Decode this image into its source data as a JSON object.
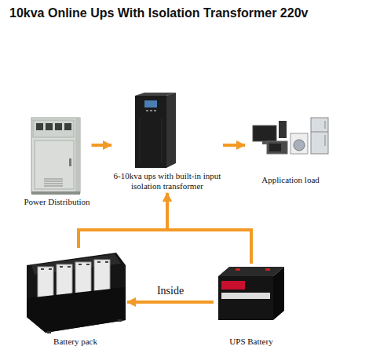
{
  "diagram": {
    "title": "10kva Online Ups With Isolation Transformer 220v",
    "nodes": [
      {
        "text": [
          "Power Distribution"
        ]
      },
      {
        "text": [
          "6-10kva ups with built-in input isolation transformer"
        ]
      },
      {
        "text": [
          "Application load"
        ]
      },
      {
        "text": [
          "Battery pack"
        ]
      },
      {
        "text": [
          "UPS Battery"
        ]
      }
    ],
    "edges": [
      {
        "from": 0,
        "to": 1,
        "arrow": "to"
      },
      {
        "from": 1,
        "to": 2,
        "arrow": "to"
      },
      {
        "from": 3,
        "to": 1,
        "arrow": "to"
      },
      {
        "from": 4,
        "to": 1,
        "arrow": "to"
      },
      {
        "from": 4,
        "to": 3,
        "label": "Inside",
        "arrow": "to"
      }
    ]
  }
}
